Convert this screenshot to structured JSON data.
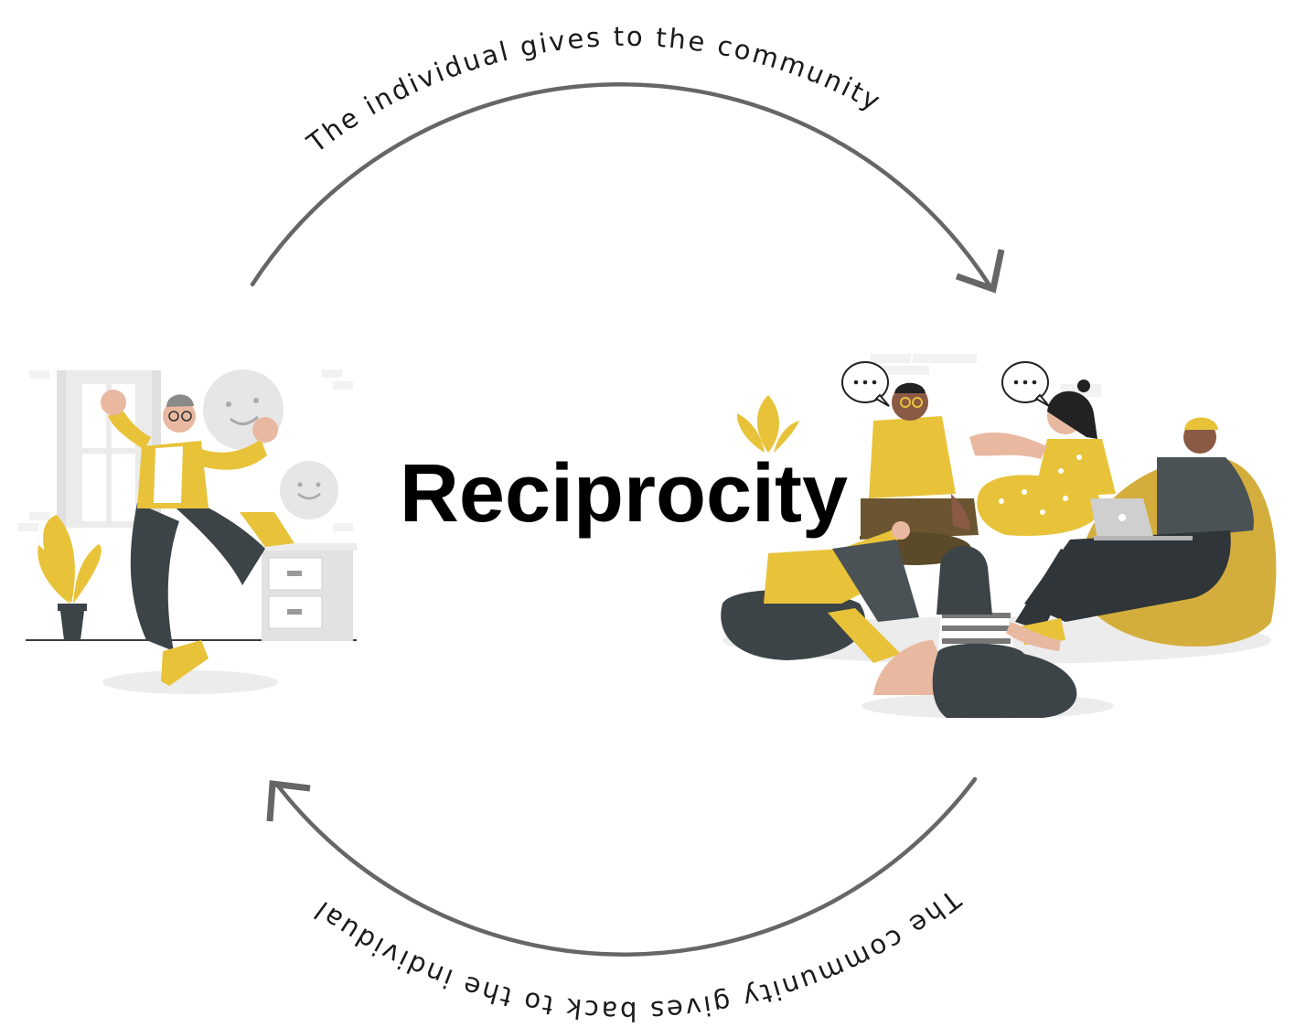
{
  "title": "Reciprocity",
  "arrow_top_label": "The individual gives to the community",
  "arrow_bottom_label": "The community gives back to the individual",
  "colors": {
    "accent_yellow": "#E8C33A",
    "dark_clothing": "#3D4447",
    "skin_light": "#E8B9A0",
    "skin_dark": "#8A5A44",
    "arrow_gray": "#666666",
    "furniture_gray": "#E2E2E2"
  },
  "illustrations": {
    "left": "individual-dancing-person",
    "right": "community-group-of-people"
  }
}
